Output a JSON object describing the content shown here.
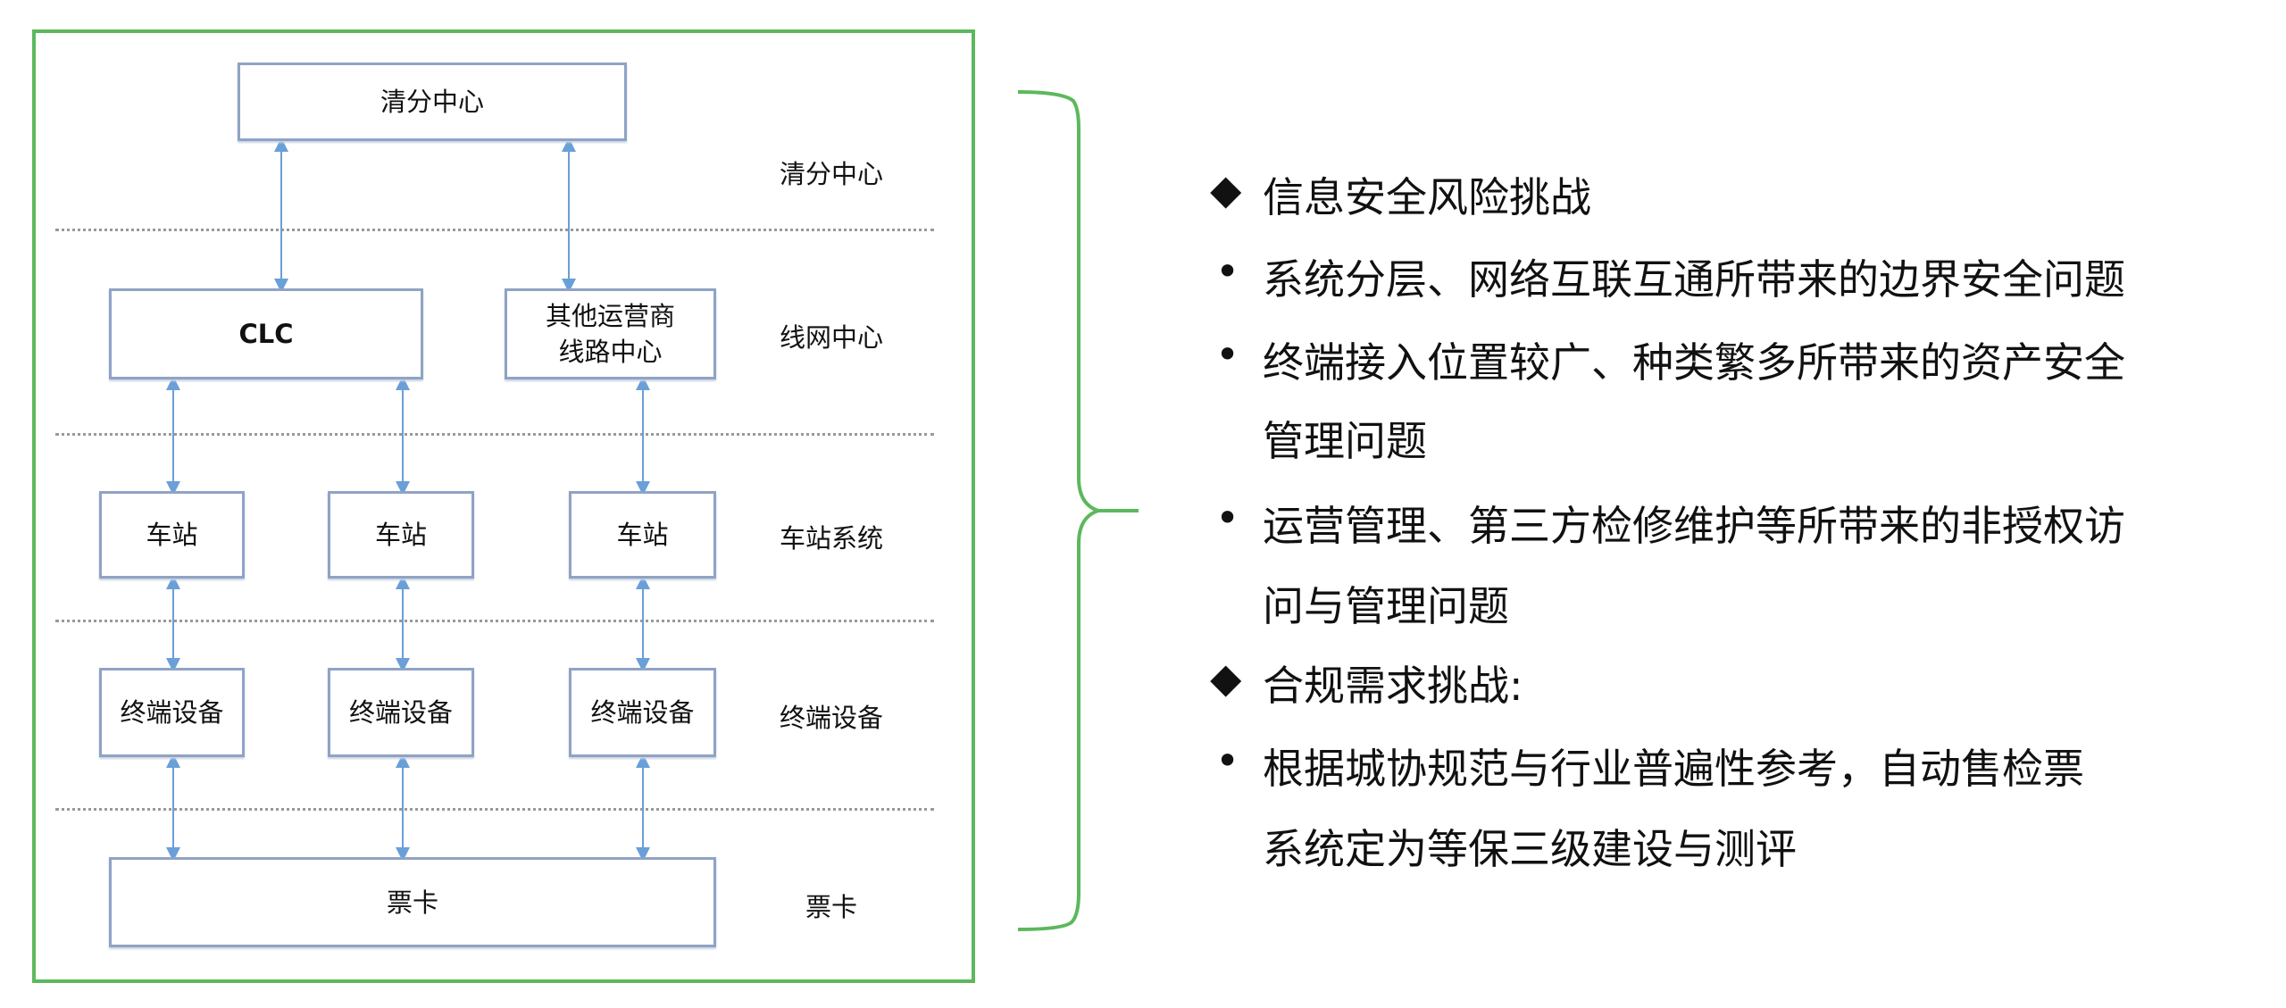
{
  "diagram": {
    "boxes": {
      "clearing": "清分中心",
      "clc": "CLC",
      "other_line_1": "其他运营商",
      "other_line_2": "线路中心",
      "station": "车站",
      "terminal": "终端设备",
      "card": "票卡"
    },
    "layers": [
      "清分中心",
      "线网中心",
      "车站系统",
      "终端设备",
      "票卡"
    ],
    "colors": {
      "frame": "#5cb85c",
      "box_border": "#8fa3c4",
      "arrow": "#6a9fd8"
    }
  },
  "challenges": {
    "sections": [
      {
        "marker": "◆",
        "text": "信息安全风险挑战"
      },
      {
        "marker": "•",
        "text": "系统分层、网络互联互通所带来的边界安全问题"
      },
      {
        "marker": "•",
        "text": "终端接入位置较广、种类繁多所带来的资产安全"
      },
      {
        "marker": "",
        "text": "管理问题"
      },
      {
        "marker": "•",
        "text": "运营管理、第三方检修维护等所带来的非授权访"
      },
      {
        "marker": "",
        "text": "问与管理问题"
      },
      {
        "marker": "◆",
        "text": "合规需求挑战:"
      },
      {
        "marker": "•",
        "text": " 根据城协规范与行业普遍性参考，自动售检票"
      },
      {
        "marker": "",
        "text": "系统定为等保三级建设与测评"
      }
    ]
  }
}
